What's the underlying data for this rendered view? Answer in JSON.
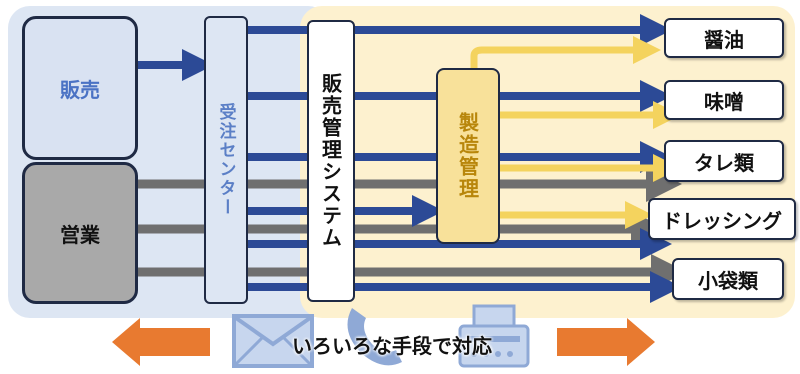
{
  "departments": {
    "sales": "販売",
    "eigyo": "営業"
  },
  "order_center": "受注センター",
  "sales_system": "販売管理システム",
  "manufacturing": "製造管理",
  "products": [
    "醤油",
    "味噌",
    "タレ類",
    "ドレッシング",
    "小袋類"
  ],
  "footer": {
    "caption": "いろいろな手段で対応",
    "icons": [
      "mail-icon",
      "phone-icon",
      "fax-icon"
    ]
  },
  "colors": {
    "left_zone": "#dde6f3",
    "right_zone": "#fdf1cf",
    "sales_box": "#d9e2f2",
    "sales_text": "#4a72c4",
    "eigyo_box": "#a9a9a9",
    "navy_arrow": "#2c4a96",
    "gray_arrow": "#6f6f6f",
    "yellow_arrow": "#f4d35e",
    "orange_arrow": "#e87a30",
    "order_center_text": "#5b7fc6",
    "mfg_box": "#f8e19a",
    "mfg_text": "#b8860b"
  }
}
